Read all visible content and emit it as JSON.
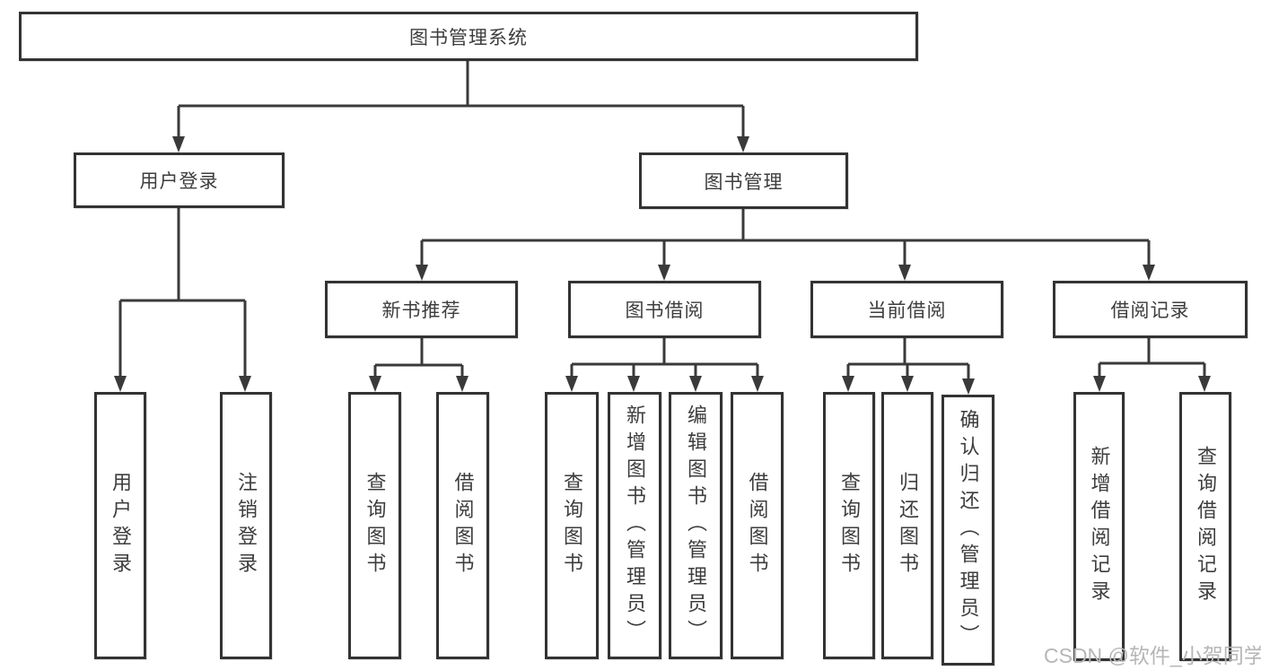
{
  "tree": {
    "root": {
      "label": "图书管理系统",
      "children": [
        {
          "label": "用户登录",
          "children": [
            {
              "label": "用户登录"
            },
            {
              "label": "注销登录"
            }
          ]
        },
        {
          "label": "图书管理",
          "children": [
            {
              "label": "新书推荐",
              "children": [
                {
                  "label": "查询图书"
                },
                {
                  "label": "借阅图书"
                }
              ]
            },
            {
              "label": "图书借阅",
              "children": [
                {
                  "label": "查询图书"
                },
                {
                  "label": "新增图书（管理员）"
                },
                {
                  "label": "编辑图书（管理员）"
                },
                {
                  "label": "借阅图书"
                }
              ]
            },
            {
              "label": "当前借阅",
              "children": [
                {
                  "label": "查询图书"
                },
                {
                  "label": "归还图书"
                },
                {
                  "label": "确认归还（管理员）"
                }
              ]
            },
            {
              "label": "借阅记录",
              "children": [
                {
                  "label": "新增借阅记录"
                },
                {
                  "label": "查询借阅记录"
                }
              ]
            }
          ]
        }
      ]
    }
  },
  "watermark": "CSDN @软件_小贺同学",
  "colors": {
    "line": "#3a3a3a",
    "box_border": "#333333",
    "text": "#3d3d3d",
    "watermark": "#b6b6b6",
    "background": "#ffffff"
  }
}
